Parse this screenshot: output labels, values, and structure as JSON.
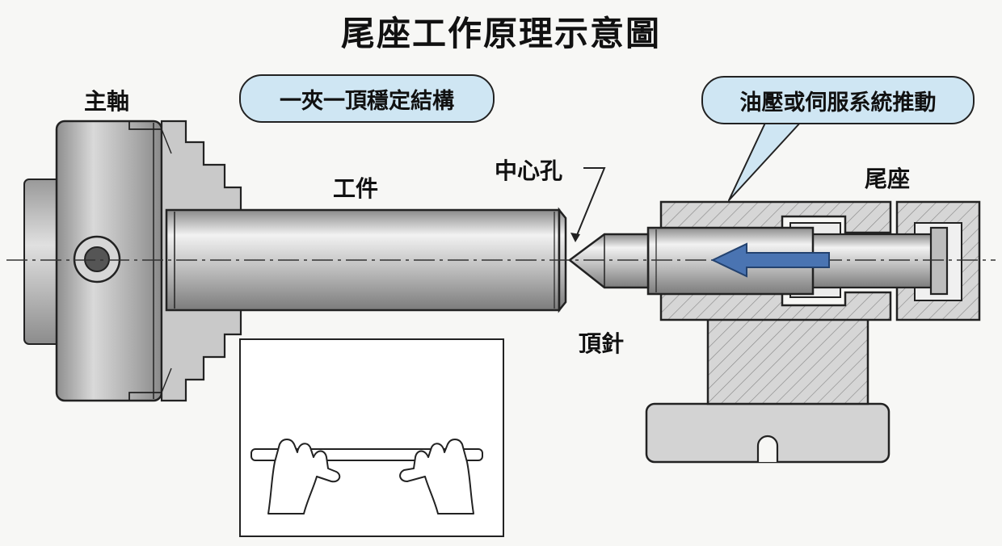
{
  "title": "尾座工作原理示意圖",
  "labels": {
    "spindle": "主軸",
    "workpiece": "工件",
    "center_hole": "中心孔",
    "tailstock": "尾座",
    "tip": "頂針"
  },
  "bubbles": {
    "clamp": "一夾一頂穩定結構",
    "drive": "油壓或伺服系統推動"
  },
  "colors": {
    "bubble_fill": "#cfe6f3",
    "arrow": "#4a74b2",
    "steel": "#bdbdbd"
  },
  "icons": {
    "push_direction": "arrow-left-icon",
    "inset": "hands-holding-rod-icon"
  }
}
